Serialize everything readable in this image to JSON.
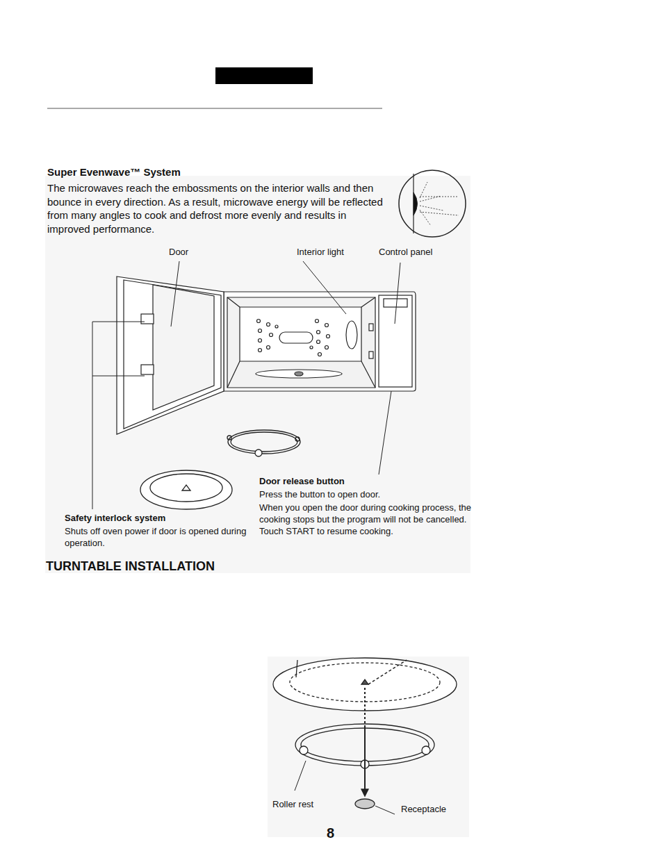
{
  "diagram": {
    "labels": [
      "Super Evenwave™ System",
      "The microwaves reach the embossments on the interior walls and then bounce in every direction. As a result, microwave energy will be reflected from many angles to cook and defrost more evenly and results in improved performance.",
      "Door",
      "Interior light",
      "Control panel",
      "Door release button",
      "Press the button to open door.",
      "When you open the door during cooking process, the cooking stops but the program will not be cancelled. Touch START to resume cooking.",
      "Safety interlock system",
      "Shuts off oven power if door is opened during operation.",
      "TURNTABLE INSTALLATION",
      "Roller rest",
      "Receptacle",
      "8"
    ]
  }
}
